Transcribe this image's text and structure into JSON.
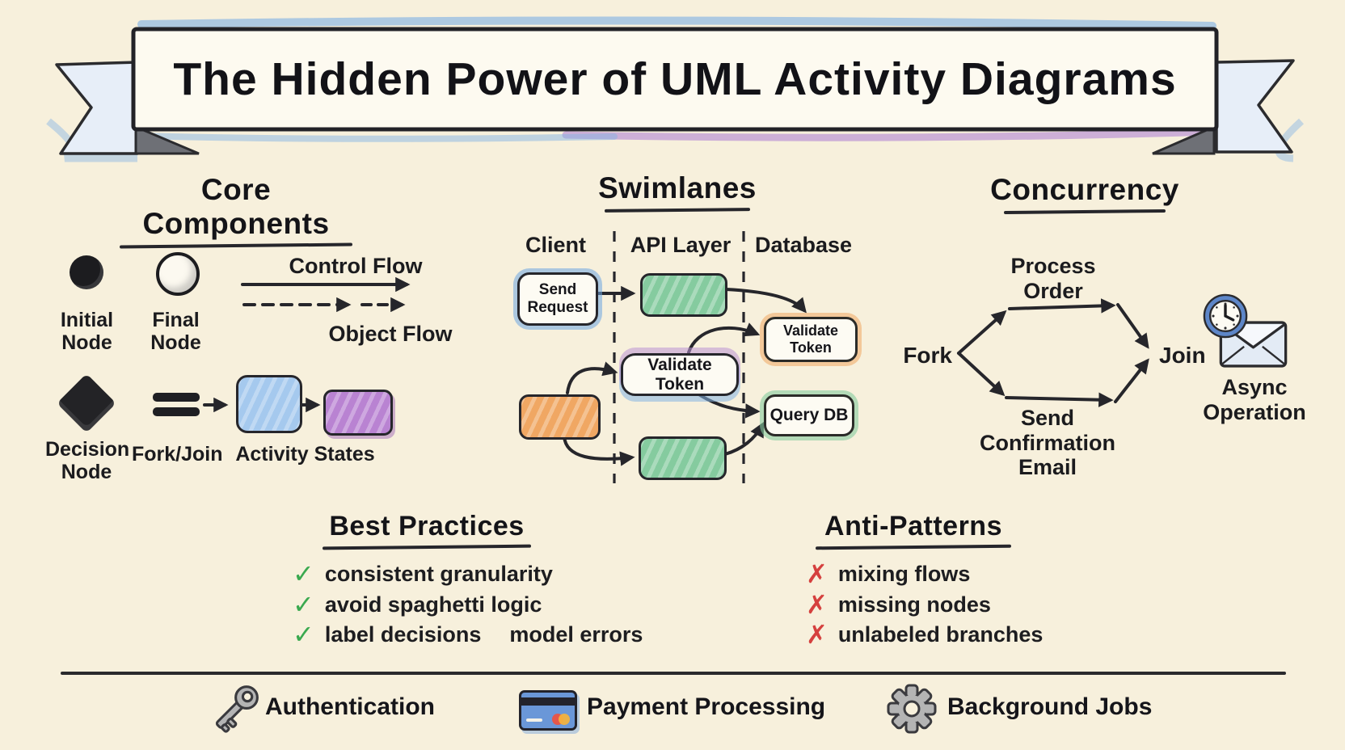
{
  "title": "The Hidden Power of UML Activity Diagrams",
  "core": {
    "heading": "Core Components",
    "initial_node": "Initial\nNode",
    "final_node": "Final\nNode",
    "control_flow": "Control Flow",
    "object_flow": "Object Flow",
    "decision_node": "Decision\nNode",
    "fork_join": "Fork/Join",
    "activity_states": "Activity States"
  },
  "swimlanes": {
    "heading": "Swimlanes",
    "lane_client": "Client",
    "lane_api": "API Layer",
    "lane_db": "Database",
    "send_request": "Send\nRequest",
    "validate_token_api": "Validate Token",
    "validate_token_db": "Validate Token",
    "query_db": "Query DB"
  },
  "concurrency": {
    "heading": "Concurrency",
    "fork": "Fork",
    "join": "Join",
    "branch_top": "Process\nOrder",
    "branch_bottom": "Send\nConfirmation\nEmail",
    "async_op": "Async\nOperation"
  },
  "best_practices": {
    "heading": "Best Practices",
    "check_mark": "✓",
    "items": [
      "consistent granularity",
      "avoid spaghetti logic",
      "label decisions"
    ],
    "inline_extra": "model errors"
  },
  "anti_patterns": {
    "heading": "Anti-Patterns",
    "cross_mark": "✗",
    "items": [
      "mixing flows",
      "missing nodes",
      "unlabeled branches"
    ]
  },
  "footer": {
    "authentication": "Authentication",
    "payment": "Payment Processing",
    "background_jobs": "Background Jobs"
  },
  "colors": {
    "background": "#f7f0dc",
    "ink": "#26262b",
    "blue_fill": "#a5c9ee",
    "purple_fill": "#b983d2",
    "green_fill": "#85cb9f",
    "orange_fill": "#f0a763",
    "check_green": "#3aa94f",
    "cross_red": "#d5403e",
    "pencil_blue": "#85b4e4",
    "pencil_purple": "#bb93d4",
    "clock_blue": "#5d86c8",
    "icon_gray": "#b4b4b4"
  }
}
